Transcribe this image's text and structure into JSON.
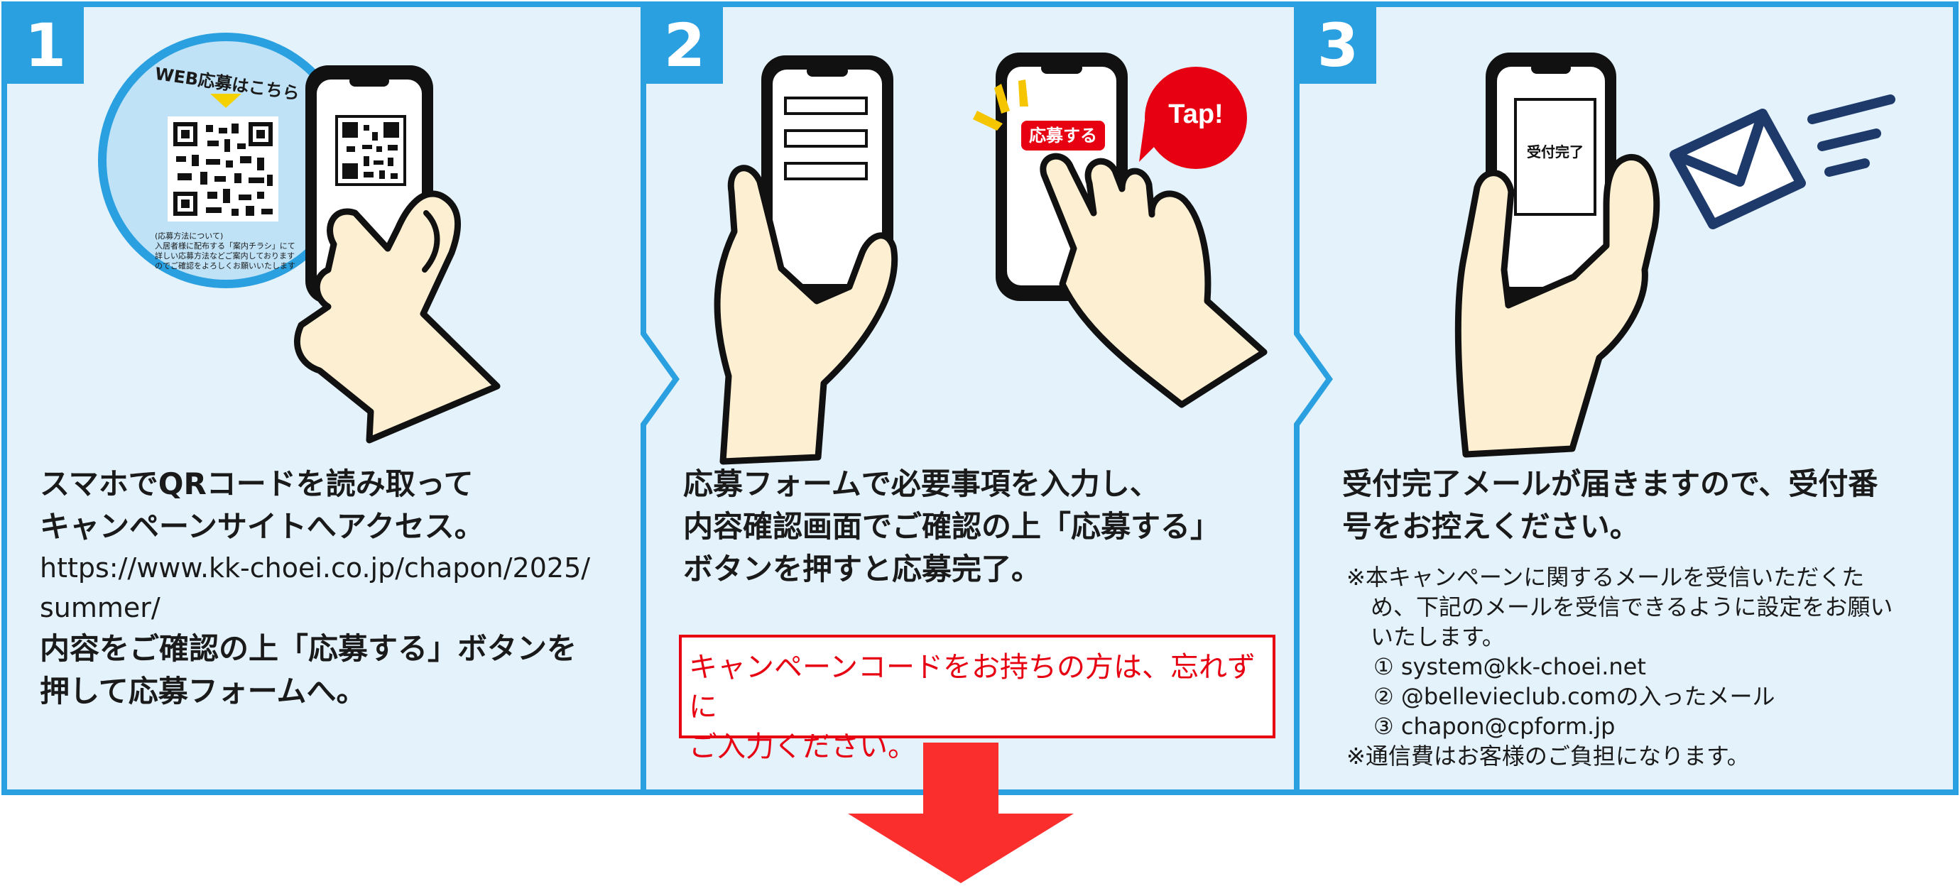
{
  "colors": {
    "panel_border": "#2ba0e0",
    "panel_bg": "#e3f2fb",
    "accent_red": "#e60012",
    "arrow_red": "#fb2e2e",
    "envelope_navy": "#1d3a6b",
    "skin": "#fdefd2"
  },
  "steps": [
    {
      "number": "1",
      "qr_sign_heading": "WEB応募はこちら",
      "qr_sign_note": [
        "(応募方法について)",
        "入居者様に配布する「案内チラシ」にて",
        "詳しい応募方法などご案内しております",
        "のでご確認をよろしくお願いいたします"
      ],
      "heading_lines": [
        "スマホでQRコードを読み取って",
        "キャンペーンサイトへアクセス。"
      ],
      "url_lines": [
        "https://www.kk-choei.co.jp/chapon/2025/",
        "summer/"
      ],
      "tail_lines": [
        "内容をご確認の上「応募する」ボタンを",
        "押して応募フォームへ。"
      ]
    },
    {
      "number": "2",
      "apply_button_label": "応募する",
      "tap_label": "Tap!",
      "heading_lines": [
        "応募フォームで必要事項を入力し、",
        "内容確認画面でご確認の上「応募する」",
        "ボタンを押すと応募完了。"
      ],
      "campaign_code_lines": [
        "キャンペーンコードをお持ちの方は、忘れずに",
        "ご入力ください。"
      ]
    },
    {
      "number": "3",
      "phone_screen_label": "受付完了",
      "heading_lines": [
        "受付完了メールが届きますので、受付番",
        "号をお控えください。"
      ],
      "note_intro": "※本キャンペーンに関するメールを受信いただくため、下記のメールを受信できるように設定をお願いいたします。",
      "emails": [
        "① system@kk-choei.net",
        "② @bellevieclub.comの入ったメール",
        "③ chapon@cpform.jp"
      ],
      "note_cost": "※通信費はお客様のご負担になります。"
    }
  ]
}
